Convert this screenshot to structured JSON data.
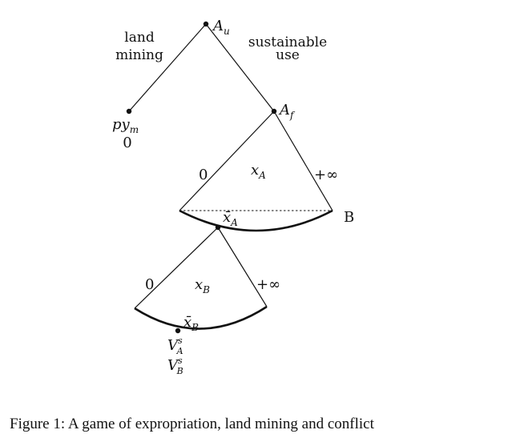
{
  "nodes": {
    "a_u": {
      "base": "A",
      "sub": "u"
    },
    "a_f": {
      "base": "A",
      "sub": "f"
    },
    "py_m": {
      "base": "py",
      "sub": "m"
    },
    "py_m_payoff": "0",
    "b": "B",
    "v_a": {
      "base": "V",
      "sup": "s",
      "sub": "A"
    },
    "v_b": {
      "base": "V",
      "sup": "s",
      "sub": "B"
    }
  },
  "branches": {
    "land_mining": [
      "land",
      "mining"
    ],
    "sustainable_use": [
      "sustainable",
      "use"
    ]
  },
  "ranges": {
    "a": {
      "low": "0",
      "high": "+∞",
      "var_base": "x",
      "var_sub": "A",
      "bar_base": "x̄",
      "bar_sub": "A"
    },
    "b": {
      "low": "0",
      "high": "+∞",
      "var_base": "x",
      "var_sub": "B",
      "bar_base": "x̄",
      "bar_sub": "B"
    }
  },
  "caption": "Figure 1: A game of expropriation, land mining and conflict"
}
